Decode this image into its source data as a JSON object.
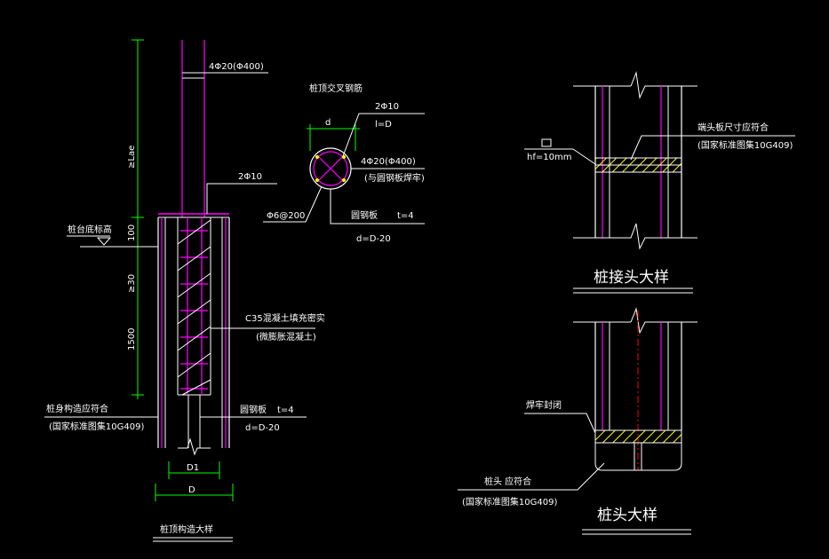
{
  "left": {
    "bar_main": "4Φ20(Φ400)",
    "tie_top": "2Φ10",
    "cap_bottom": "桩台底标高",
    "dim_100": "100",
    "dim_lae": "≥Lae",
    "dim_30": "≥30",
    "dim_1500": "1500",
    "fill_1": "C35混凝土填充密实",
    "fill_2": "(微膨胀混凝土)",
    "plate_label": "圆钢板",
    "plate_t": "t=4",
    "plate_d": "d=D-20",
    "body_1": "桩身构造应符合",
    "body_2": "(国家标准图集10G409)",
    "dim_D1": "D1",
    "dim_D": "D",
    "title": "桩顶构造大样"
  },
  "middle": {
    "title": "桩顶交叉钢筋",
    "dim_d": "d",
    "bar_2phi10": "2Φ10",
    "bar_l": "l=D",
    "bar_4phi20": "4Φ20(Φ400)",
    "weld_note": "(与圆钢板焊牢)",
    "stirrup": "Φ6@200",
    "plate_label": "圆钢板",
    "plate_t": "t=4",
    "plate_d": "d=D-20"
  },
  "right_top": {
    "endplate_1": "端头板尺寸应符合",
    "endplate_2": "(国家标准图集10G409)",
    "weld": "hf=10mm",
    "title": "桩接头大样"
  },
  "right_bottom": {
    "weld_seal": "焊牢封闭",
    "head_1": "桩头 应符合",
    "head_2": "(国家标准图集10G409)",
    "title": "桩头大样"
  },
  "colors": {
    "white": "#ffffff",
    "magenta": "#ff00ff",
    "green": "#00ff00",
    "red": "#ff0000",
    "yellow": "#ffff00"
  }
}
